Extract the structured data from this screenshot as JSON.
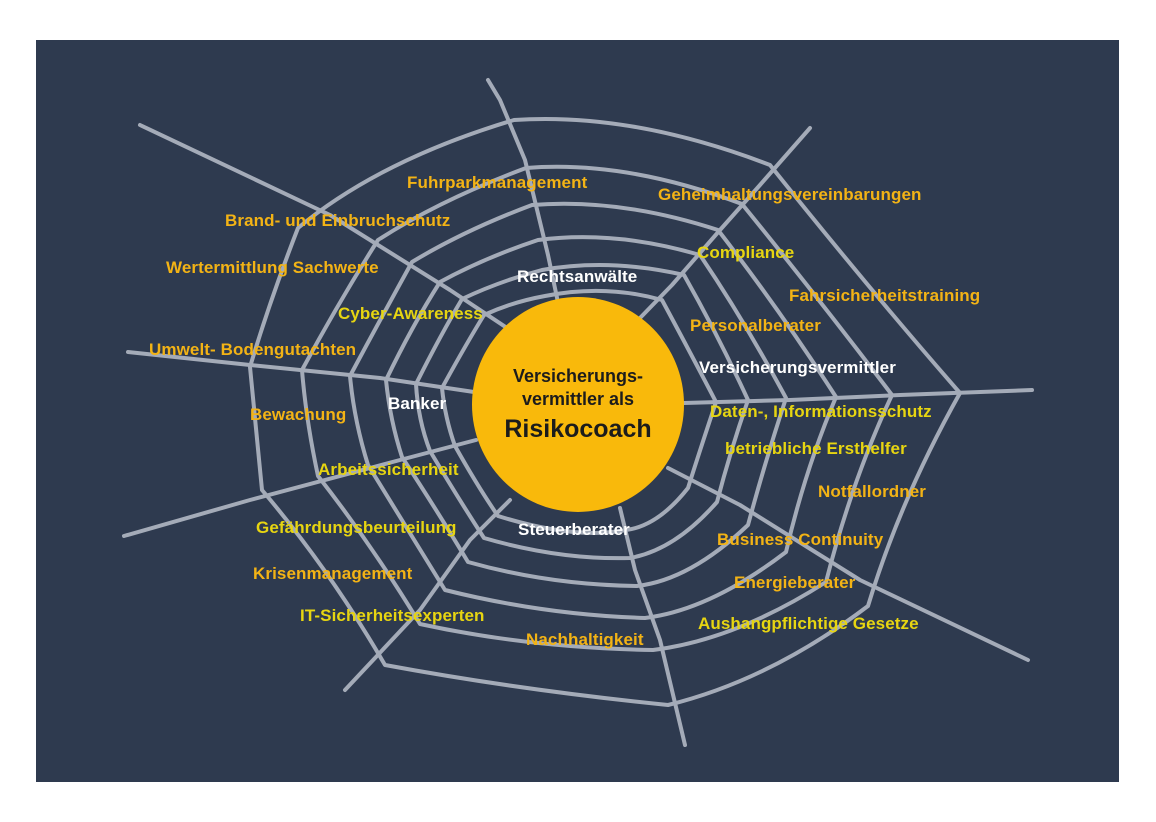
{
  "center": {
    "line1": "Versicherungs-",
    "line2": "vermittler als",
    "line3": "Risikocoach"
  },
  "colors": {
    "background": "#2e3a4f",
    "web_lines": "#a4abb8",
    "hub": "#f9b90b",
    "orange_text": "#f3b315",
    "yellow_text": "#e7d511",
    "white_text": "#ffffff"
  },
  "labels": {
    "fuhrpark": "Fuhrparkmanagement",
    "geheimhaltung": "Geheimhaltungsvereinbarungen",
    "brand": "Brand- und Einbruchschutz",
    "compliance": "Compliance",
    "wertermittlung": "Wertermittlung Sachwerte",
    "rechtsanwaelte": "Rechtsanwälte",
    "fahrsicherheit": "Fahrsicherheitstraining",
    "cyber": "Cyber-Awareness",
    "personalberater": "Personalberater",
    "umwelt": "Umwelt- Bodengutachten",
    "versicherungsvermittler": "Versicherungsvermittler",
    "banker": "Banker",
    "bewachung": "Bewachung",
    "datenschutz": "Daten-, Informationsschutz",
    "ersthelfer": "betriebliche Ersthelfer",
    "arbeitssicherheit": "Arbeitssicherheit",
    "notfallordner": "Notfallordner",
    "gefaehrdung": "Gefährdungsbeurteilung",
    "steuerberater": "Steuerberater",
    "business": "Business Continuity",
    "krisen": "Krisenmanagement",
    "energie": "Energieberater",
    "it": "IT-Sicherheitsexperten",
    "aushang": "Aushangpflichtige Gesetze",
    "nachhaltigkeit": "Nachhaltigkeit"
  }
}
